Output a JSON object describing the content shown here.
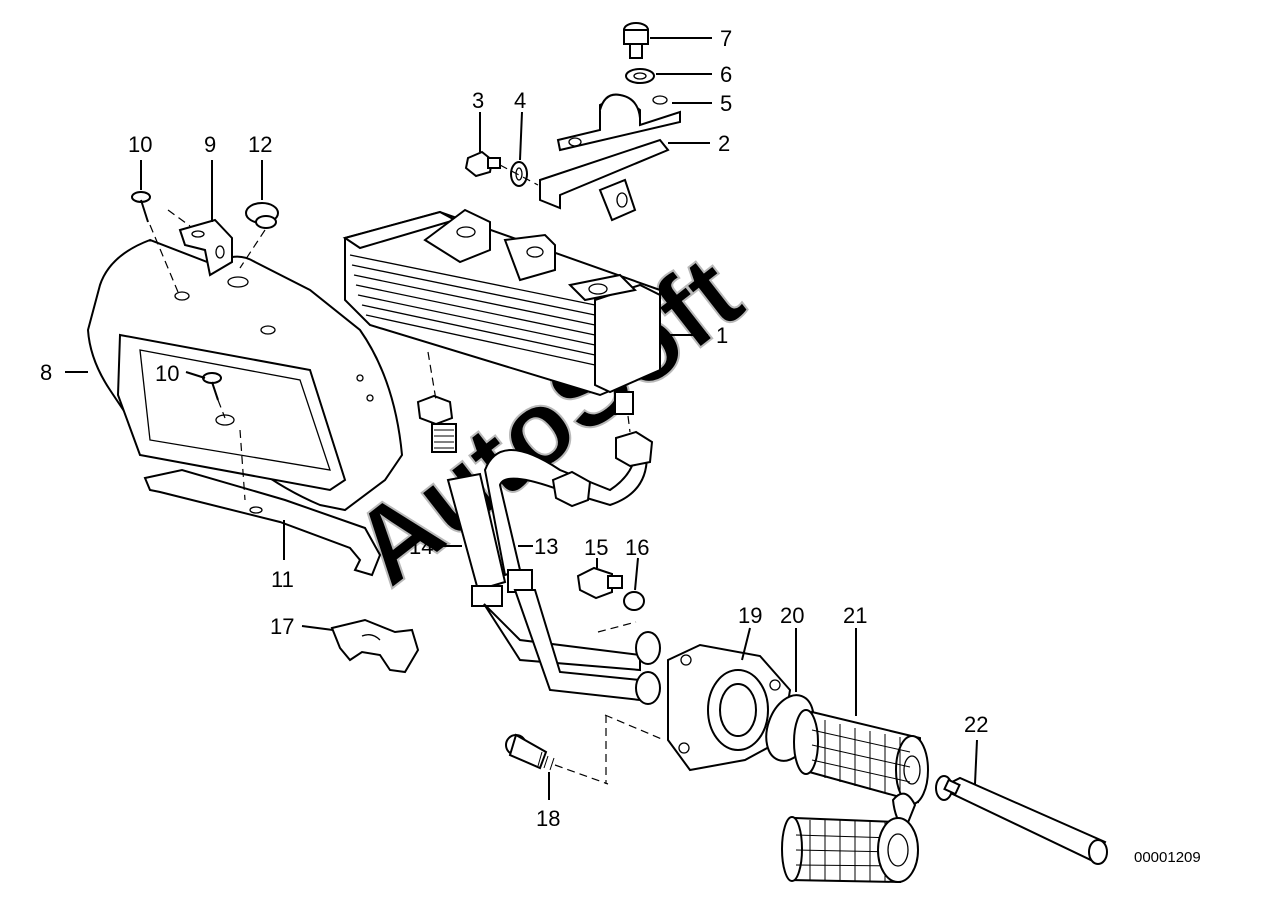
{
  "watermark": "AutoSoft",
  "reference_number": "00001209",
  "callouts": {
    "p1": "1",
    "p2": "2",
    "p3": "3",
    "p4": "4",
    "p5": "5",
    "p6": "6",
    "p7": "7",
    "p8": "8",
    "p9": "9",
    "p10a": "10",
    "p10b": "10",
    "p11": "11",
    "p12": "12",
    "p13": "13",
    "p14": "14",
    "p15": "15",
    "p16": "16",
    "p17": "17",
    "p18": "18",
    "p19": "19",
    "p20": "20",
    "p21": "21",
    "p22": "22"
  }
}
